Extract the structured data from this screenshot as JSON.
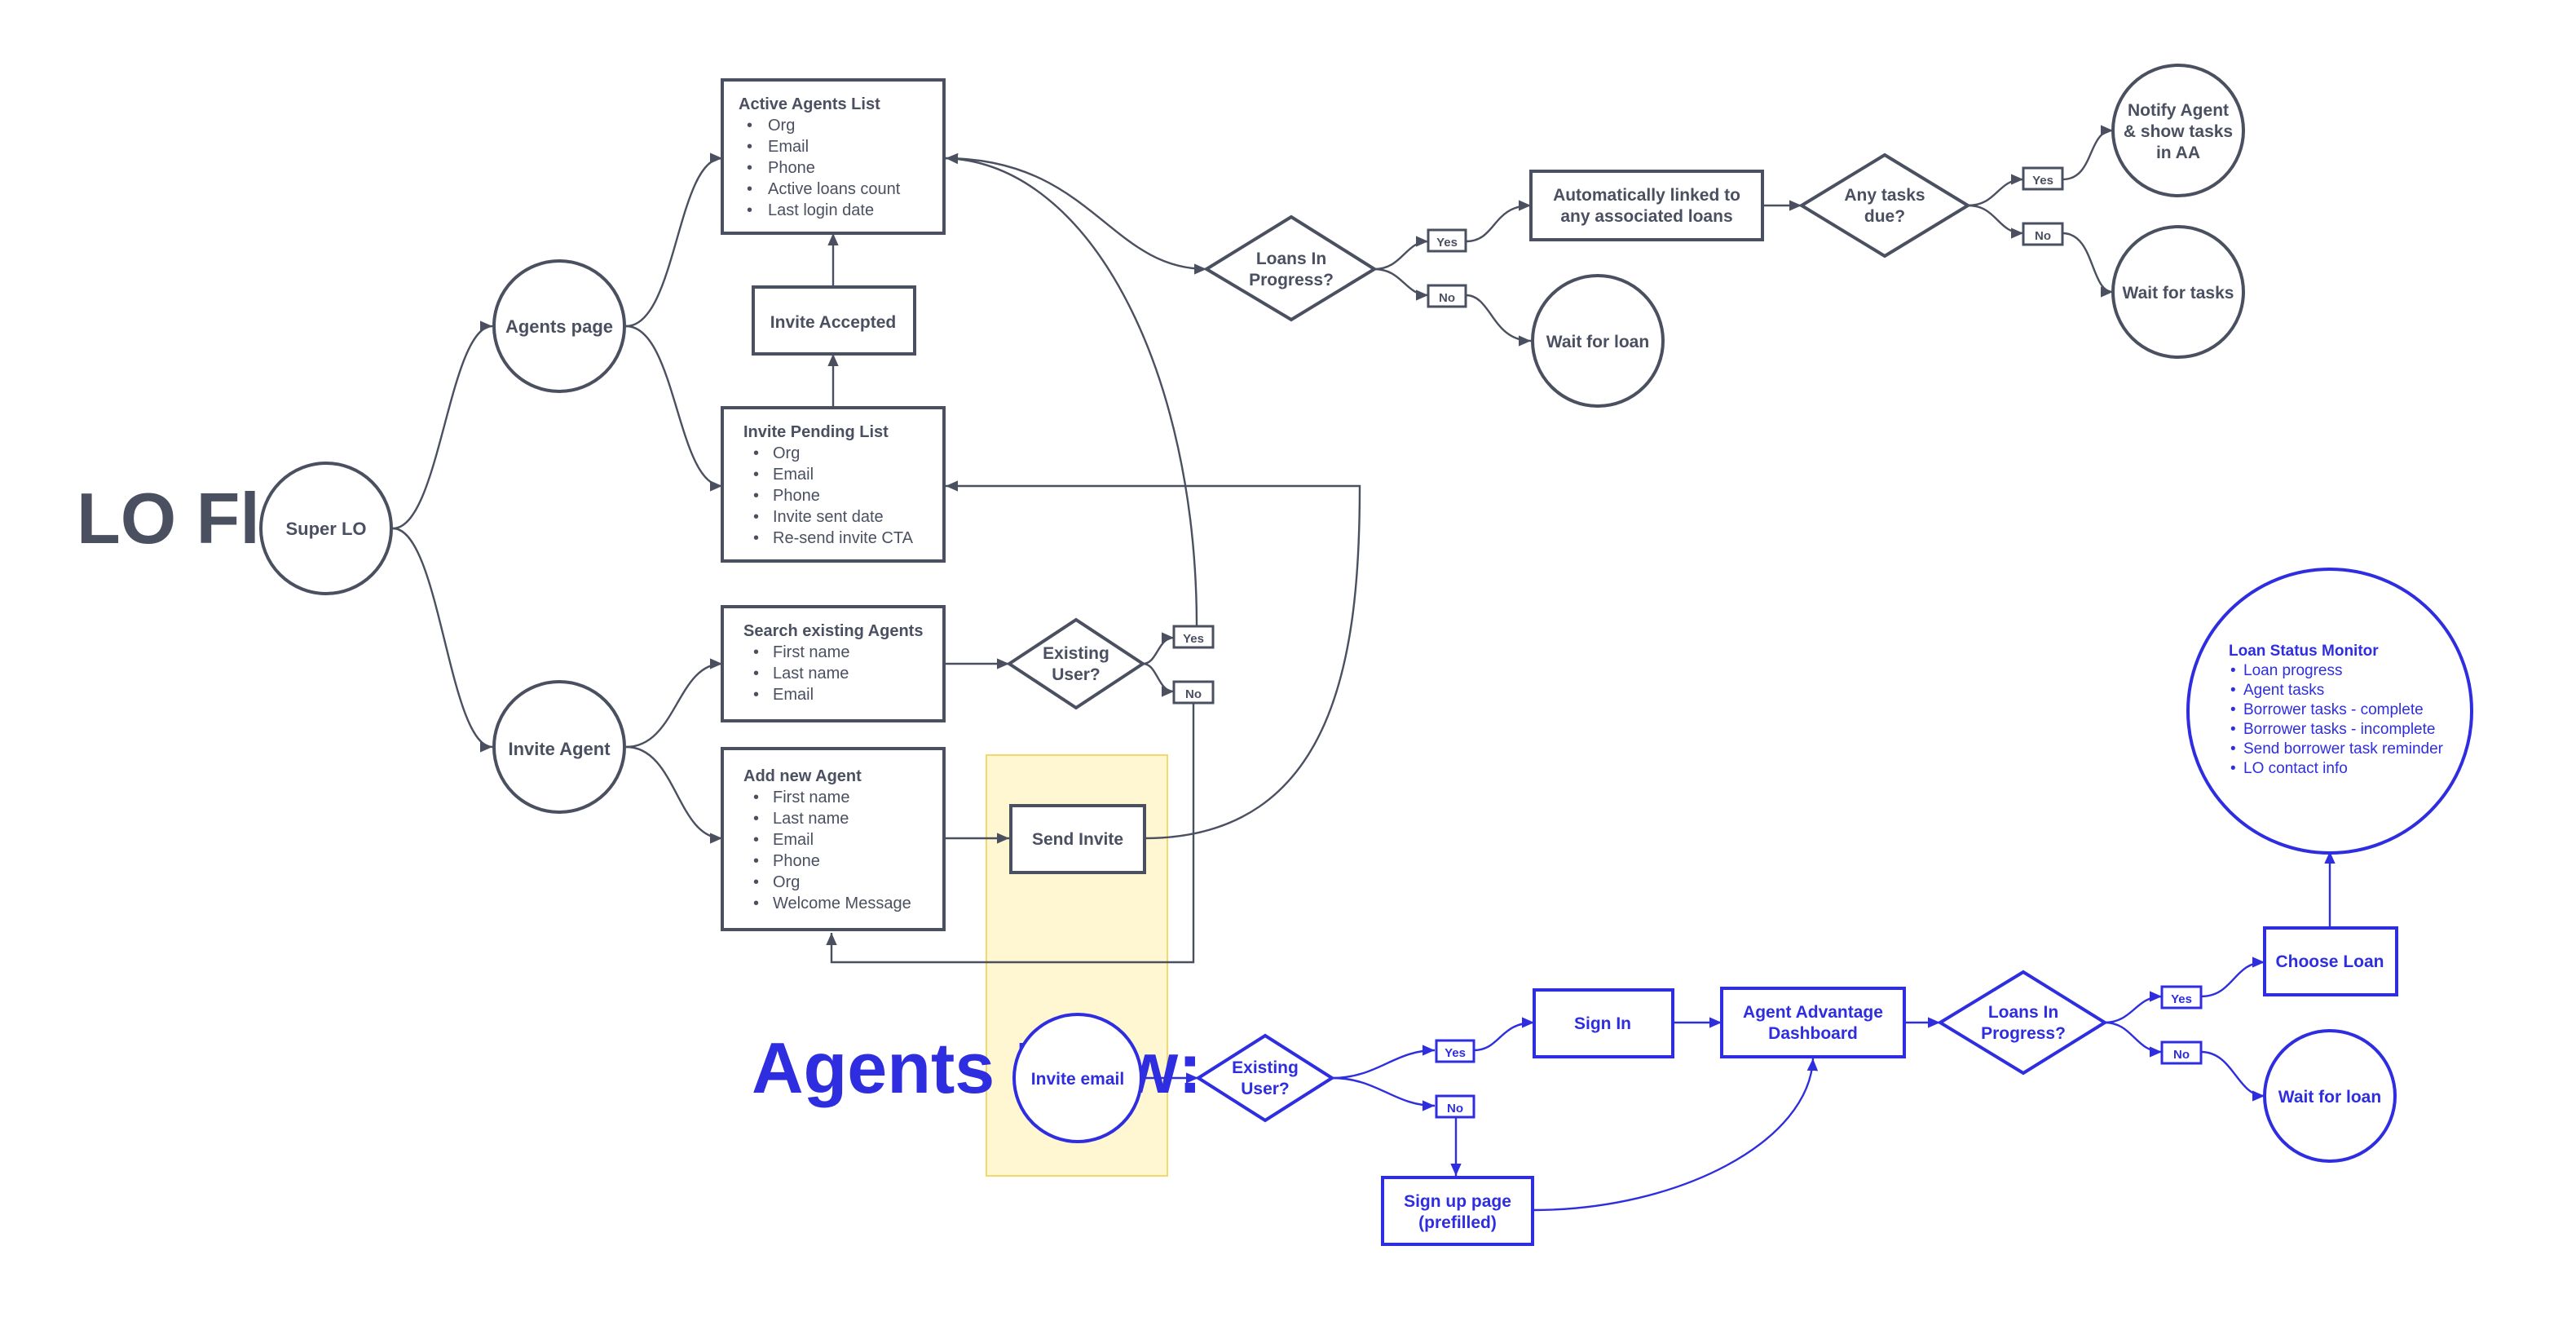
{
  "lo_flow": {
    "title": "LO Flow:",
    "super_lo": "Super LO",
    "agents_page": "Agents page",
    "invite_agent": "Invite Agent",
    "active_agents_list": {
      "title": "Active Agents List",
      "items": [
        "Org",
        "Email",
        "Phone",
        "Active loans count",
        "Last login date"
      ]
    },
    "invite_accepted": "Invite Accepted",
    "invite_pending_list": {
      "title": "Invite Pending List",
      "items": [
        "Org",
        "Email",
        "Phone",
        "Invite sent date",
        "Re-send invite CTA"
      ]
    },
    "search_existing_agents": {
      "title": "Search existing Agents",
      "items": [
        "First name",
        "Last name",
        "Email"
      ]
    },
    "add_new_agent": {
      "title": "Add new Agent",
      "items": [
        "First name",
        "Last name",
        "Email",
        "Phone",
        "Org",
        "Welcome Message"
      ]
    },
    "existing_user": [
      "Existing",
      "User?"
    ],
    "send_invite": "Send Invite",
    "loans_in_progress": [
      "Loans In",
      "Progress?"
    ],
    "auto_linked": [
      "Automatically linked to",
      "any associated loans"
    ],
    "any_tasks_due": [
      "Any tasks",
      "due?"
    ],
    "notify_agent": [
      "Notify Agent",
      "& show tasks",
      "in AA"
    ],
    "wait_for_tasks": "Wait for tasks",
    "wait_for_loan": "Wait for loan"
  },
  "agents_flow": {
    "title": "Agents Flow:",
    "invite_email": "Invite email",
    "existing_user": [
      "Existing",
      "User?"
    ],
    "sign_in": "Sign In",
    "sign_up": [
      "Sign up page",
      "(prefilled)"
    ],
    "dashboard": [
      "Agent Advantage",
      "Dashboard"
    ],
    "loans_in_progress": [
      "Loans In",
      "Progress?"
    ],
    "choose_loan": "Choose Loan",
    "wait_for_loan": "Wait for loan",
    "loan_status_monitor": {
      "title": "Loan Status Monitor",
      "items": [
        "Loan progress",
        "Agent tasks",
        "Borrower tasks - complete",
        "Borrower tasks - incomplete",
        "Send borrower task reminder",
        "LO contact info"
      ]
    }
  },
  "badges": {
    "yes": "Yes",
    "no": "No"
  },
  "colors": {
    "gray": "#4a5060",
    "blue": "#2e2ee0",
    "highlight_fill": "#fff7d1",
    "highlight_stroke": "#f2d96a"
  }
}
